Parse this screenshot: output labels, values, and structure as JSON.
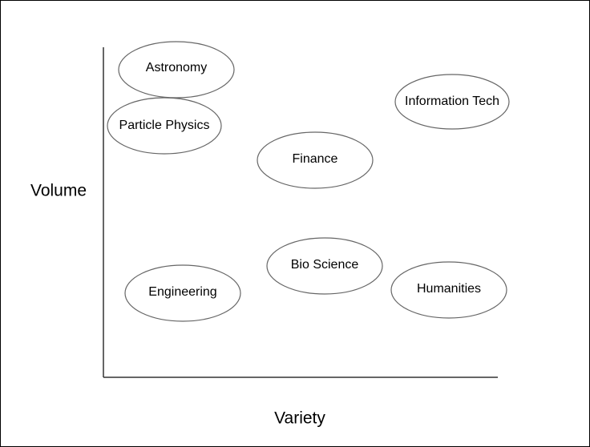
{
  "chart_data": {
    "type": "scatter",
    "title": "",
    "xlabel": "Variety",
    "ylabel": "Volume",
    "grid": false,
    "legend": "none",
    "points": [
      {
        "label": "Astronomy"
      },
      {
        "label": "Particle Physics"
      },
      {
        "label": "Information Tech"
      },
      {
        "label": "Finance"
      },
      {
        "label": "Bio Science"
      },
      {
        "label": "Humanities"
      },
      {
        "label": "Engineering"
      }
    ]
  }
}
